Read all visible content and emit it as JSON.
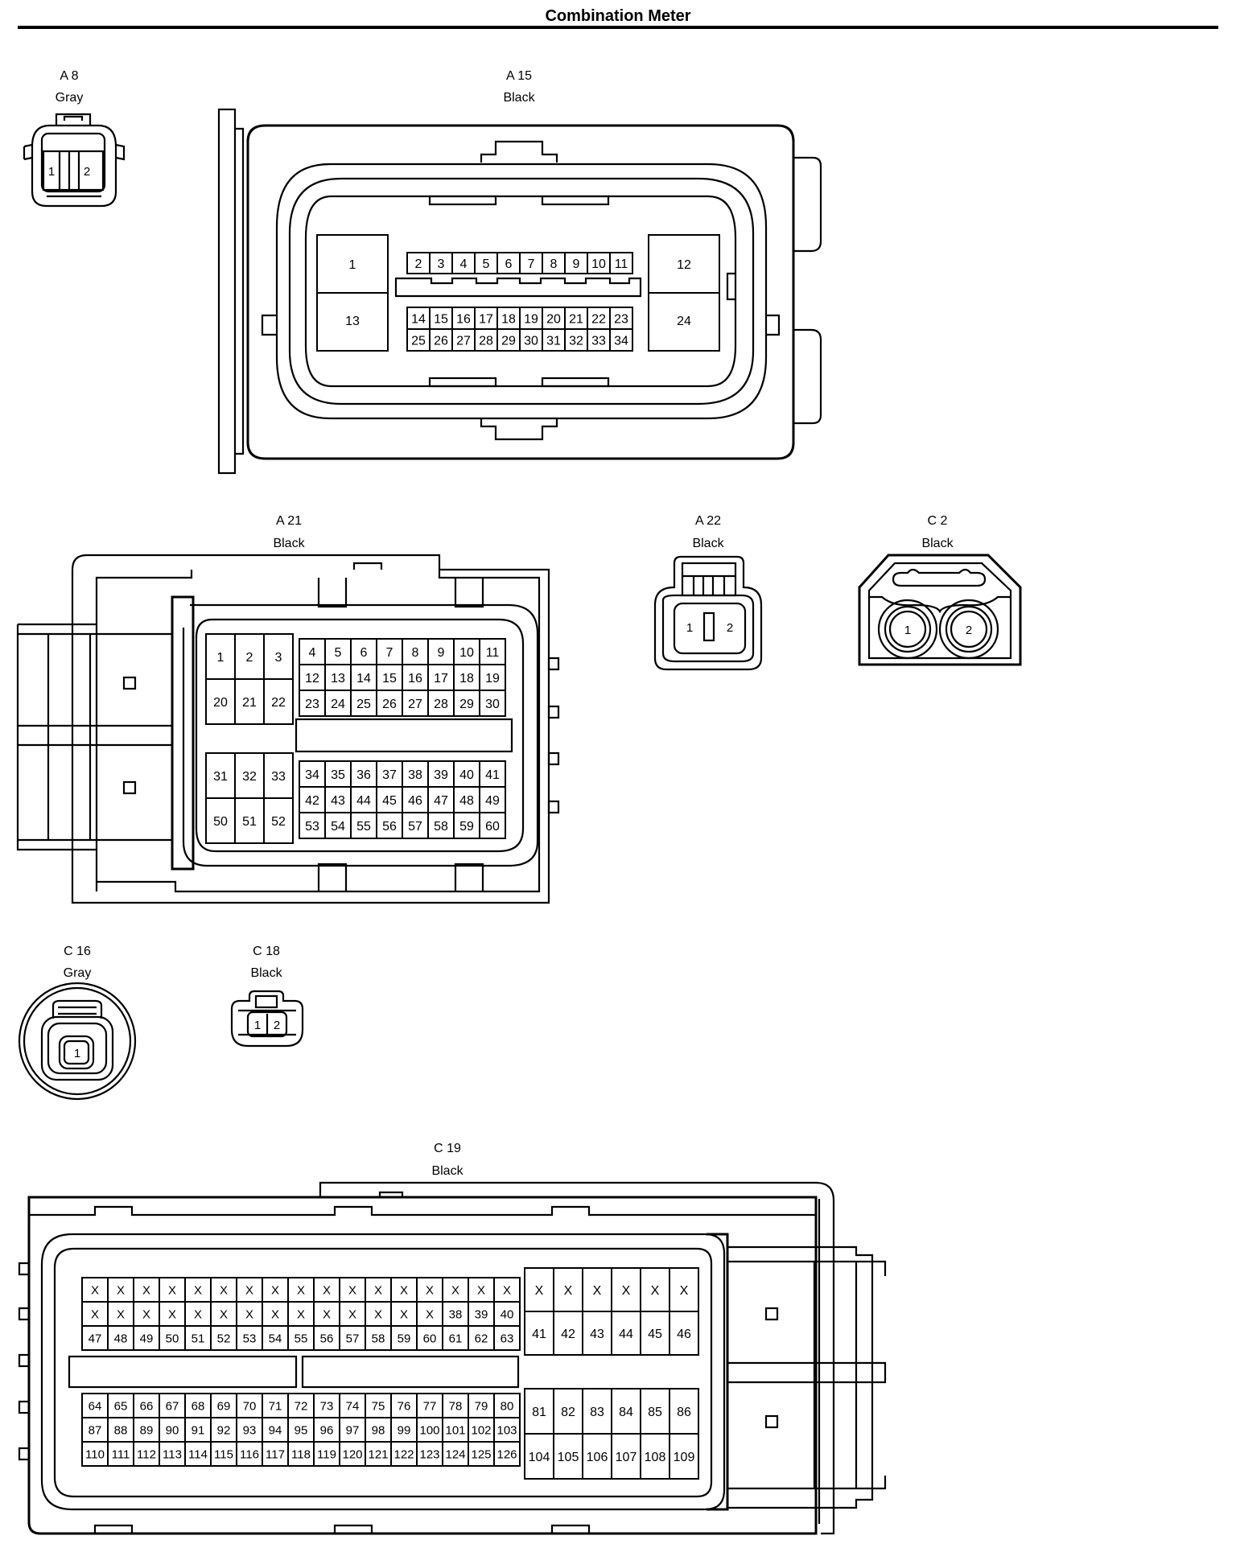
{
  "title": "Combination Meter",
  "connectors": {
    "a8": {
      "code": "A 8",
      "color": "Gray",
      "pins": [
        "1",
        "2"
      ]
    },
    "a15": {
      "code": "A 15",
      "color": "Black",
      "big": [
        "1",
        "13",
        "12",
        "24"
      ],
      "row1": [
        "2",
        "3",
        "4",
        "5",
        "6",
        "7",
        "8",
        "9",
        "10",
        "11"
      ],
      "row2": [
        "14",
        "15",
        "16",
        "17",
        "18",
        "19",
        "20",
        "21",
        "22",
        "23"
      ],
      "row3": [
        "25",
        "26",
        "27",
        "28",
        "29",
        "30",
        "31",
        "32",
        "33",
        "34"
      ]
    },
    "a21": {
      "code": "A 21",
      "color": "Black",
      "left_top": [
        [
          "1",
          "2",
          "3"
        ],
        [
          "20",
          "21",
          "22"
        ]
      ],
      "left_bot": [
        [
          "31",
          "32",
          "33"
        ],
        [
          "50",
          "51",
          "52"
        ]
      ],
      "right_top": [
        [
          "4",
          "5",
          "6",
          "7",
          "8",
          "9",
          "10",
          "11"
        ],
        [
          "12",
          "13",
          "14",
          "15",
          "16",
          "17",
          "18",
          "19"
        ],
        [
          "23",
          "24",
          "25",
          "26",
          "27",
          "28",
          "29",
          "30"
        ]
      ],
      "right_bot": [
        [
          "34",
          "35",
          "36",
          "37",
          "38",
          "39",
          "40",
          "41"
        ],
        [
          "42",
          "43",
          "44",
          "45",
          "46",
          "47",
          "48",
          "49"
        ],
        [
          "53",
          "54",
          "55",
          "56",
          "57",
          "58",
          "59",
          "60"
        ]
      ]
    },
    "a22": {
      "code": "A 22",
      "color": "Black",
      "pins": [
        "1",
        "2"
      ]
    },
    "c2": {
      "code": "C 2",
      "color": "Black",
      "pins": [
        "1",
        "2"
      ]
    },
    "c16": {
      "code": "C 16",
      "color": "Gray",
      "pins": [
        "1"
      ]
    },
    "c18": {
      "code": "C 18",
      "color": "Black",
      "pins": [
        "1",
        "2"
      ]
    },
    "c19": {
      "code": "C 19",
      "color": "Black",
      "left_top": [
        [
          "X",
          "X",
          "X",
          "X",
          "X",
          "X",
          "X",
          "X",
          "X",
          "X",
          "X",
          "X",
          "X",
          "X",
          "X",
          "X",
          "X"
        ],
        [
          "X",
          "X",
          "X",
          "X",
          "X",
          "X",
          "X",
          "X",
          "X",
          "X",
          "X",
          "X",
          "X",
          "X",
          "38",
          "39",
          "40"
        ],
        [
          "47",
          "48",
          "49",
          "50",
          "51",
          "52",
          "53",
          "54",
          "55",
          "56",
          "57",
          "58",
          "59",
          "60",
          "61",
          "62",
          "63"
        ]
      ],
      "right_top": [
        [
          "X",
          "X",
          "X",
          "X",
          "X",
          "X"
        ],
        [
          "41",
          "42",
          "43",
          "44",
          "45",
          "46"
        ]
      ],
      "left_bot": [
        [
          "64",
          "65",
          "66",
          "67",
          "68",
          "69",
          "70",
          "71",
          "72",
          "73",
          "74",
          "75",
          "76",
          "77",
          "78",
          "79",
          "80"
        ],
        [
          "87",
          "88",
          "89",
          "90",
          "91",
          "92",
          "93",
          "94",
          "95",
          "96",
          "97",
          "98",
          "99",
          "100",
          "101",
          "102",
          "103"
        ],
        [
          "110",
          "111",
          "112",
          "113",
          "114",
          "115",
          "116",
          "117",
          "118",
          "119",
          "120",
          "121",
          "122",
          "123",
          "124",
          "125",
          "126"
        ]
      ],
      "right_bot": [
        [
          "81",
          "82",
          "83",
          "84",
          "85",
          "86"
        ],
        [
          "104",
          "105",
          "106",
          "107",
          "108",
          "109"
        ]
      ]
    }
  }
}
